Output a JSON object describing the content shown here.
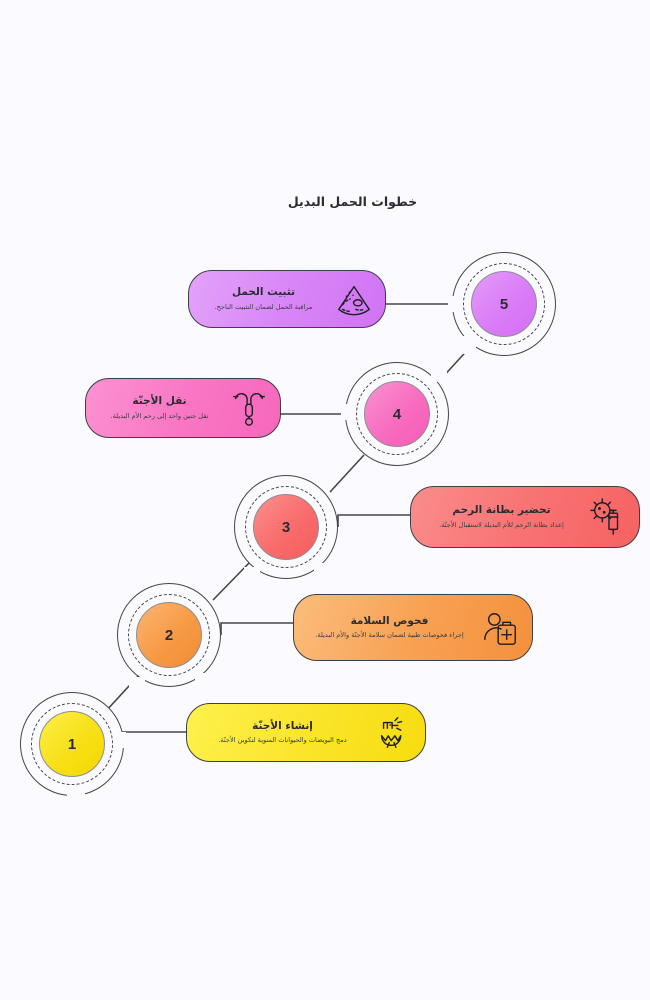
{
  "header": {
    "title": "خطوات الحمل البديل"
  },
  "colors": {
    "background": "#fafaff",
    "outline": "#44444c",
    "step1": "#f7e016",
    "step2": "#f79a45",
    "step3": "#f96c6c",
    "step4": "#f86cbf",
    "step5": "#da7cf7"
  },
  "steps": [
    {
      "number": "1",
      "title": "إنشاء الأجنّة",
      "subtitle": "دمج البويضات والحيوانات المنوية لتكوين الأجنّة.",
      "icon": "hatching-egg-icon",
      "color": "#f7e016"
    },
    {
      "number": "2",
      "title": "فحوص السلامة",
      "subtitle": "إجراء فحوصات طبية لضمان سلامة الأجنّة والأم البديلة.",
      "icon": "doctor-clipboard-icon",
      "color": "#f79a45"
    },
    {
      "number": "3",
      "title": "تحضير بطانة الرحم",
      "subtitle": "إعداد بطانة الرحم للأم البديلة لاستقبال الأجنّة.",
      "icon": "cell-syringe-icon",
      "color": "#f96c6c"
    },
    {
      "number": "4",
      "title": "نقل الأجنّة",
      "subtitle": "نقل جنين واحد إلى رحم الأم البديلة.",
      "icon": "embryo-transfer-catheter-icon",
      "color": "#f86cbf"
    },
    {
      "number": "5",
      "title": "تثبيت الحمل",
      "subtitle": "مراقبة الحمل لضمان التثبيت الناجح.",
      "icon": "ultrasound-scan-icon",
      "color": "#da7cf7"
    }
  ]
}
